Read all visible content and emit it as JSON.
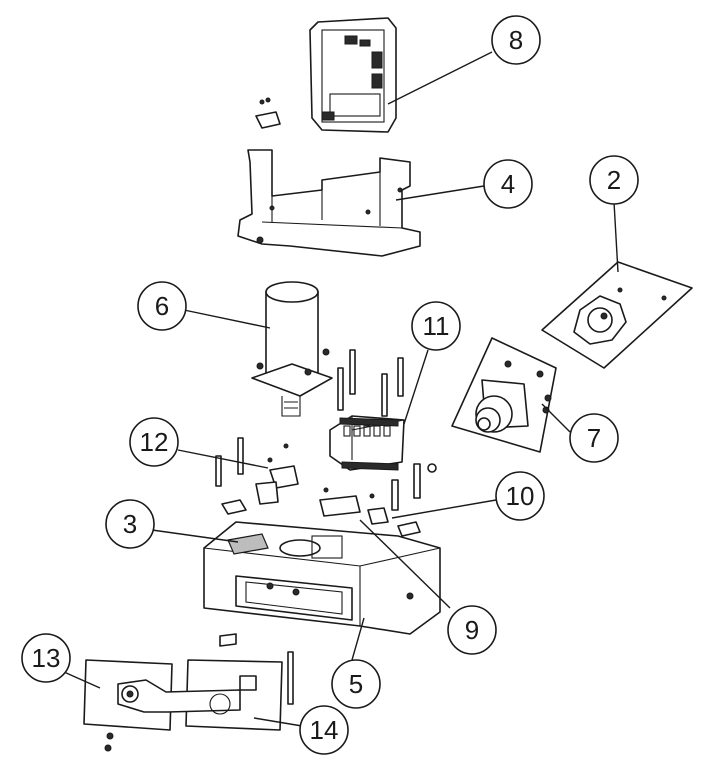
{
  "callouts": [
    {
      "id": "c8",
      "label": "8"
    },
    {
      "id": "c4",
      "label": "4"
    },
    {
      "id": "c2",
      "label": "2"
    },
    {
      "id": "c6",
      "label": "6"
    },
    {
      "id": "c11",
      "label": "11"
    },
    {
      "id": "c7",
      "label": "7"
    },
    {
      "id": "c12",
      "label": "12"
    },
    {
      "id": "c10",
      "label": "10"
    },
    {
      "id": "c3",
      "label": "3"
    },
    {
      "id": "c9",
      "label": "9"
    },
    {
      "id": "c13",
      "label": "13"
    },
    {
      "id": "c5",
      "label": "5"
    },
    {
      "id": "c14",
      "label": "14"
    }
  ]
}
